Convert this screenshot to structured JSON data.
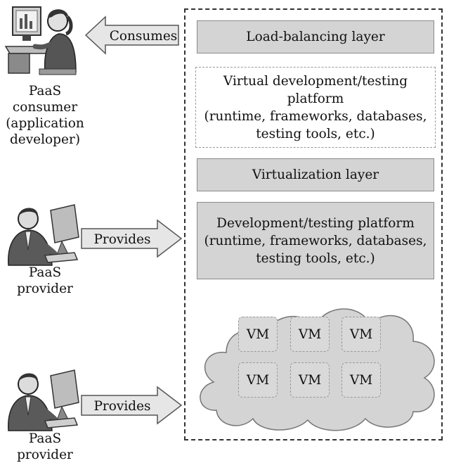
{
  "arrows": {
    "consumes": "Consumes",
    "provides_top": "Provides",
    "provides_bottom": "Provides"
  },
  "people": {
    "consumer": "PaaS consumer\n(application\ndeveloper)",
    "provider_top": "PaaS provider",
    "provider_bottom": "PaaS provider"
  },
  "layers": {
    "load_balancing": "Load-balancing layer",
    "virtual_platform": "Virtual development/testing\nplatform\n(runtime, frameworks, databases,\ntesting tools, etc.)",
    "virtualization": "Virtualization layer",
    "dev_platform": "Development/testing platform\n(runtime, frameworks, databases,\ntesting tools, etc.)"
  },
  "vms": [
    "VM",
    "VM",
    "VM",
    "VM",
    "VM",
    "VM"
  ]
}
